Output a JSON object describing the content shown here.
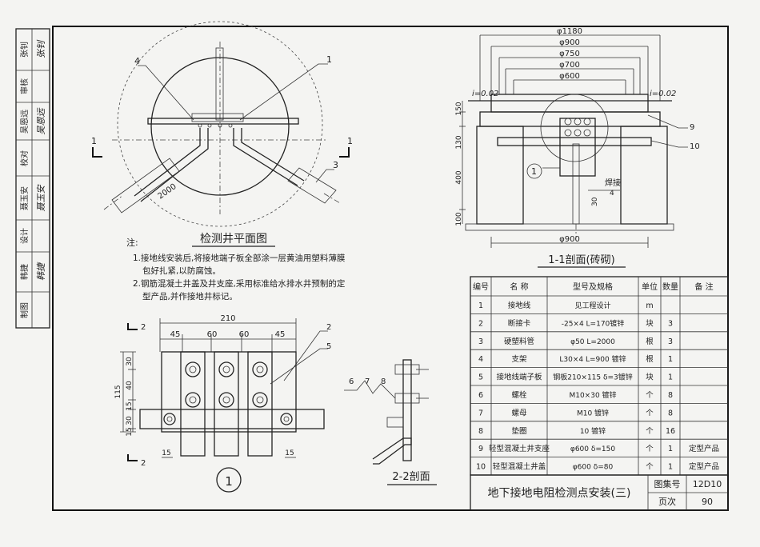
{
  "plan": {
    "title": "检测井平面图",
    "label_4": "4",
    "label_1": "1",
    "label_3": "3",
    "dim_2000": "2000",
    "section_mark": "1"
  },
  "notes": {
    "heading": "注:",
    "lines": [
      "1.接地线安装后,将接地端子板全部涂一层黄油用塑料薄膜",
      "包好扎紧,以防腐蚀。",
      "2.钢筋混凝土井盖及井支座,采用标准给水排水井预制的定",
      "型产品,并作接地井标记。"
    ]
  },
  "section11": {
    "title": "1-1剖面(砖砌)",
    "dims_top": [
      "φ1180",
      "φ900",
      "φ750",
      "φ700",
      "φ600"
    ],
    "elev_left": "i=0.02",
    "elev_right": "i=0.02",
    "dims_left": [
      "150",
      "130",
      "400",
      "100"
    ],
    "dim_bottom": "φ900",
    "weld": "焊接",
    "weld_size": "4",
    "dim_30": "30",
    "label_9": "9",
    "label_10": "10",
    "circle_mark": "1"
  },
  "detail1": {
    "mark_2": "2",
    "dim_total": "210",
    "dims": [
      "45",
      "60",
      "60",
      "45"
    ],
    "dims_left": [
      "30",
      "40",
      "15",
      "30",
      "15"
    ],
    "dim_115": "115",
    "dim_15_left": "15",
    "dim_15_right": "15",
    "label_2": "2",
    "label_5": "5",
    "circle_mark": "1"
  },
  "section22": {
    "title": "2-2剖面",
    "labels": [
      "6",
      "7",
      "8"
    ]
  },
  "table": {
    "headers": [
      "编号",
      "名 称",
      "型号及规格",
      "单位",
      "数量",
      "备 注"
    ],
    "rows": [
      [
        "1",
        "接地线",
        "见工程设计",
        "m",
        "",
        ""
      ],
      [
        "2",
        "断接卡",
        "-25×4 L=170镀锌",
        "块",
        "3",
        ""
      ],
      [
        "3",
        "硬塑料管",
        "φ50 L=2000",
        "根",
        "3",
        ""
      ],
      [
        "4",
        "支架",
        "L30×4 L=900 镀锌",
        "根",
        "1",
        ""
      ],
      [
        "5",
        "接地线端子板",
        "钢板210×115 δ=3镀锌",
        "块",
        "1",
        ""
      ],
      [
        "6",
        "螺栓",
        "M10×30 镀锌",
        "个",
        "8",
        ""
      ],
      [
        "7",
        "螺母",
        "M10 镀锌",
        "个",
        "8",
        ""
      ],
      [
        "8",
        "垫圈",
        "10 镀锌",
        "个",
        "16",
        ""
      ],
      [
        "9",
        "轻型混凝土井支座",
        "φ600 δ=150",
        "个",
        "1",
        "定型产品"
      ],
      [
        "10",
        "轻型混凝土井盖",
        "φ600 δ=80",
        "个",
        "1",
        "定型产品"
      ]
    ]
  },
  "title_block": {
    "title": "地下接地电阻检测点安装(三)",
    "atlas_label": "图集号",
    "atlas_value": "12D10",
    "page_label": "页次",
    "page_value": "90"
  },
  "side_block": [
    {
      "role": "张钊",
      "sig": "张钊"
    },
    {
      "role": "审核",
      "sig": ""
    },
    {
      "role": "吴恩远",
      "sig": "吴恩远"
    },
    {
      "role": "校对",
      "sig": ""
    },
    {
      "role": "聂玉安",
      "sig": "聂玉安"
    },
    {
      "role": "设计",
      "sig": ""
    },
    {
      "role": "韩捷",
      "sig": "韩捷"
    },
    {
      "role": "制图",
      "sig": ""
    }
  ]
}
